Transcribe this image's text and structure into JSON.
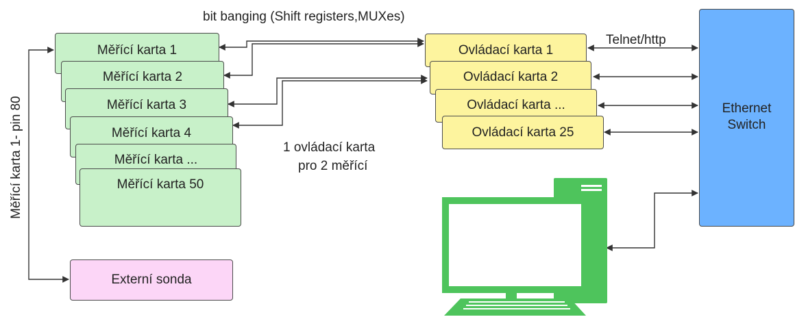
{
  "measuring_cards": [
    "Měřící karta 1",
    "Měřící karta 2",
    "Měřící karta 3",
    "Měřící karta 4",
    "Měřící karta ...",
    "Měřící karta 50"
  ],
  "control_cards": [
    "Ovládací karta 1",
    "Ovládací karta 2",
    "Ovládací karta ...",
    "Ovládací karta 25"
  ],
  "external_probe": "Externí sonda",
  "switch_label": [
    "Ethernet",
    "Switch"
  ],
  "bus_label": "bit banging (Shift registers,MUXes)",
  "network_label": "Telnet/http",
  "ratio_note": [
    "1 ovládací karta",
    "pro 2 měřící"
  ],
  "vertical_label": "Měřící karta 1- pin 80",
  "colors": {
    "measuring_card": "#c8f1c9",
    "control_card": "#fdf49e",
    "external_probe": "#fcd6f7",
    "switch": "#6cb2ff",
    "computer": "#4ec45c",
    "line": "#333333"
  },
  "computer_icon": "desktop-computer-icon"
}
